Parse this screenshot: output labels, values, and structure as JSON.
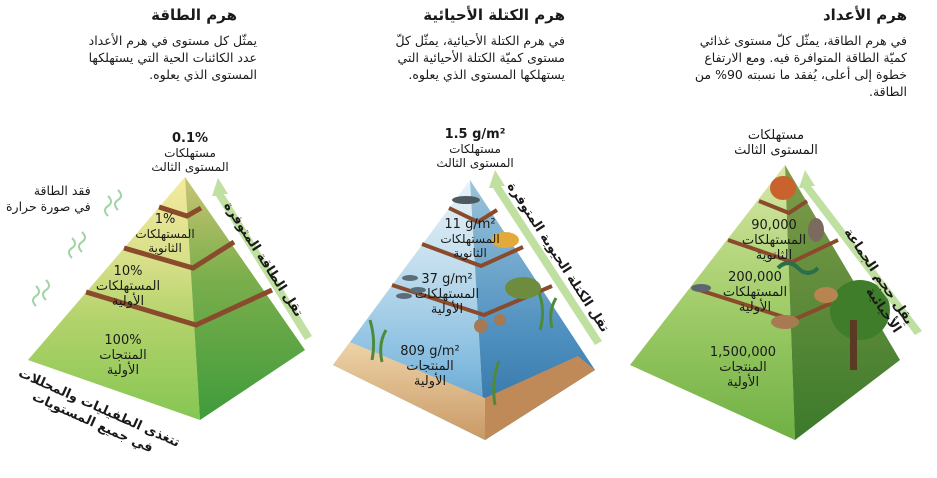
{
  "panels": {
    "energy": {
      "title": "هرم الطاقة",
      "desc": [
        "يمثّل كل مستوى في هرم الأعداد",
        "عدد الكائنات الحية التي يستهلكها",
        "المستوى الذي يعلوه."
      ],
      "levels": {
        "top": {
          "value": "0.1%",
          "label": "مستهلكات\nالمستوى الثالث"
        },
        "secondary": {
          "value": "1%",
          "label": "المستهلكات\nالثانوية"
        },
        "primary": {
          "value": "10%",
          "label": "المستهلكات\nالأولية"
        },
        "producers": {
          "value": "100%",
          "label": "المنتجات\nالأولية"
        }
      },
      "heat_loss": "فقد الطاقة\nفي صورة حرارة",
      "arrow_text": "تقل الطاقة المتوفرة",
      "bottom_text": "تتغذى الطفيليات والمحللات\nفي جميع المستويات"
    },
    "biomass": {
      "title": "هرم الكتلة الأحيائية",
      "desc": [
        "في هرم الكتلة الأحيائية، يمثّل كلّ",
        "مستوى كميّة الكتلة الأحيائية التي",
        "يستهلكها المستوى الذي يعلوه."
      ],
      "levels": {
        "top": {
          "value": "1.5 g/m²",
          "label": "مستهلكات\nالمستوى الثالث"
        },
        "secondary": {
          "value": "11 g/m²",
          "label": "المستهلكات\nالثانوية"
        },
        "primary": {
          "value": "37 g/m²",
          "label": "المستهلكات\nالأولية"
        },
        "producers": {
          "value": "809 g/m²",
          "label": "المنتجات\nالأولية"
        }
      },
      "arrow_text": "تقل الكتلة الحيوية المتوفرة"
    },
    "numbers": {
      "title": "هرم الأعداد",
      "desc": [
        "في هرم الطاقة، يمثّل كلّ مستوى غذائي",
        "كميّة الطاقة المتوافرة فيه. ومع الارتفاع",
        "خطوة إلى أعلى، يُفقد ما نسبته 90% من",
        "الطاقة."
      ],
      "levels": {
        "top": {
          "value": "",
          "label": "مستهلكات\nالمستوى الثالث"
        },
        "secondary": {
          "value": "90,000",
          "label": "المستهلكات\nالثانوية"
        },
        "primary": {
          "value": "200,000",
          "label": "المستهلكات\nالأولية"
        },
        "producers": {
          "value": "1,500,000",
          "label": "المنتجات\nالأولية"
        }
      },
      "arrow_text": "يقل حجم الجماعة الأحيائية"
    }
  },
  "colors": {
    "energy_top": "#efe59a",
    "energy_mid1": "#d8df8c",
    "energy_mid2": "#b5d36b",
    "energy_base": "#7fc04e",
    "energy_dark": "#3e9a3a",
    "divider": "#8a4b2c",
    "arrow": "#bfe0a0",
    "water_top": "#cfe6f3",
    "water_deep": "#5fa6cf",
    "sand": "#e6c79c",
    "grass": "#8cc24d",
    "grass_dark": "#4c8c2f"
  }
}
